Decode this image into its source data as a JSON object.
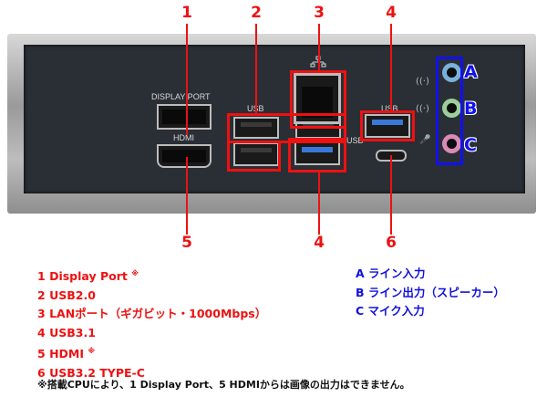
{
  "diagram": {
    "title": "Rear I/O panel port layout",
    "silkscreen": {
      "display_port": "DISPLAY PORT",
      "hdmi": "HDMI",
      "usb_left": "USB",
      "usb_middle": "USB",
      "usb_right": "USB"
    },
    "callouts_top": [
      "1",
      "2",
      "3",
      "4"
    ],
    "callouts_bottom": [
      "5",
      "4",
      "6"
    ],
    "audio_labels": [
      "A",
      "B",
      "C"
    ],
    "colors": {
      "callout_red": "#ee1111",
      "audio_blue": "#1111ee",
      "jack_line_in": "#7ab0dc",
      "jack_line_out": "#9ccf9a",
      "jack_mic": "#d98ab8",
      "usb3_blue": "#3a78d8",
      "panel": "#2a2e35"
    }
  },
  "legend": {
    "ports": [
      {
        "num": "1",
        "label": "Display Port",
        "mark": "※"
      },
      {
        "num": "2",
        "label": "USB2.0",
        "mark": ""
      },
      {
        "num": "3",
        "label": "LANポート（ギガビット・1000Mbps）",
        "mark": ""
      },
      {
        "num": "4",
        "label": "USB3.1",
        "mark": ""
      },
      {
        "num": "5",
        "label": "HDMI",
        "mark": "※"
      },
      {
        "num": "6",
        "label": "USB3.2 TYPE-C",
        "mark": ""
      }
    ],
    "audio": [
      {
        "letter": "A",
        "label": "ライン入力"
      },
      {
        "letter": "B",
        "label": "ライン出力（スピーカー）"
      },
      {
        "letter": "C",
        "label": "マイク入力"
      }
    ],
    "note": "※搭載CPUにより、1 Display Port、5 HDMIからは画像の出力はできません。"
  }
}
